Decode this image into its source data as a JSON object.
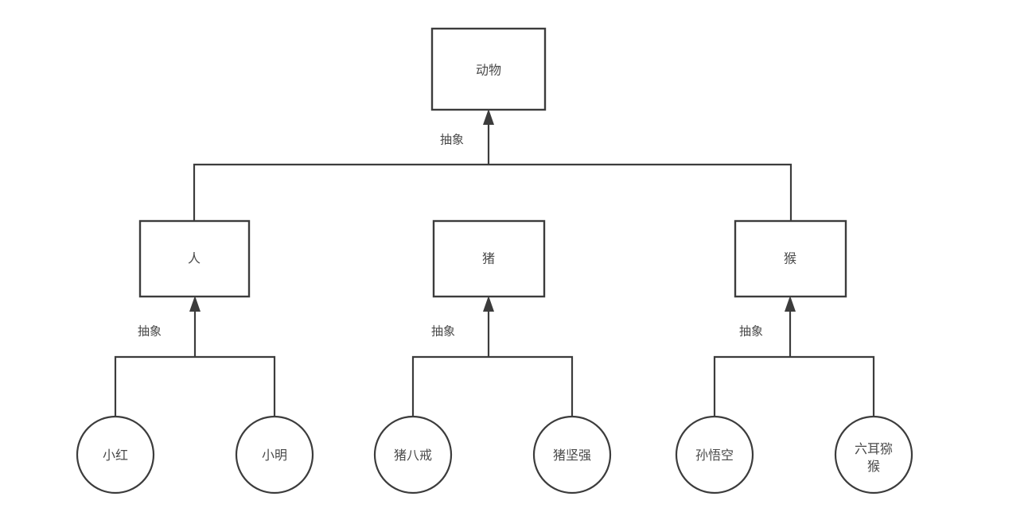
{
  "diagram": {
    "type": "hierarchy-tree",
    "background_color": "#ffffff",
    "stroke_color": "#3c3c3c",
    "text_color": "#4a4a4a",
    "root": {
      "id": "animal",
      "label": "动物",
      "shape": "rectangle"
    },
    "classes": [
      {
        "id": "human",
        "label": "人",
        "shape": "rectangle"
      },
      {
        "id": "pig",
        "label": "猪",
        "shape": "rectangle"
      },
      {
        "id": "monkey",
        "label": "猴",
        "shape": "rectangle"
      }
    ],
    "instances": [
      {
        "id": "xiaohong",
        "parent": "human",
        "shape": "circle",
        "line1": "小红",
        "line2": ""
      },
      {
        "id": "xiaoming",
        "parent": "human",
        "shape": "circle",
        "line1": "小明",
        "line2": ""
      },
      {
        "id": "zhubajie",
        "parent": "pig",
        "shape": "circle",
        "line1": "猪八戒",
        "line2": ""
      },
      {
        "id": "zhujianqiang",
        "parent": "pig",
        "shape": "circle",
        "line1": "猪坚强",
        "line2": ""
      },
      {
        "id": "sunwukong",
        "parent": "monkey",
        "shape": "circle",
        "line1": "孙悟空",
        "line2": ""
      },
      {
        "id": "liuermihou",
        "parent": "monkey",
        "shape": "circle",
        "line1": "六耳猕",
        "line2": "猴"
      }
    ],
    "edge_labels": {
      "root_edge": "抽象",
      "human_edge": "抽象",
      "pig_edge": "抽象",
      "monkey_edge": "抽象"
    }
  }
}
